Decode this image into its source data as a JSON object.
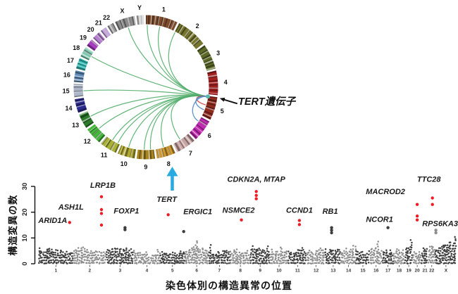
{
  "figure": {
    "tert_label": "TERT遺伝子",
    "up_arrow_color": "#29abe2",
    "tert_arrow_color": "#111111",
    "background": "#ffffff"
  },
  "chart_data": [
    {
      "type": "circos",
      "title": "",
      "description": "Circos plot: structural rearrangements converging on the TERT locus (chr5p) with green inter-chromosomal links",
      "ring": {
        "link_color": "#52ad6b",
        "gap_deg": 1.6
      },
      "chromosomes": [
        {
          "name": "1",
          "size_mb": 249,
          "color": "#7d4b2d"
        },
        {
          "name": "2",
          "size_mb": 243,
          "color": "#76762f"
        },
        {
          "name": "3",
          "size_mb": 198,
          "color": "#5c6b28"
        },
        {
          "name": "4",
          "size_mb": 191,
          "color": "#a01f1f"
        },
        {
          "name": "5",
          "size_mb": 181,
          "color": "#8f2a1e"
        },
        {
          "name": "6",
          "size_mb": 171,
          "color": "#c02bb0"
        },
        {
          "name": "7",
          "size_mb": 159,
          "color": "#c8a4a4"
        },
        {
          "name": "8",
          "size_mb": 146,
          "color": "#cf9a30"
        },
        {
          "name": "9",
          "size_mb": 141,
          "color": "#a8851f"
        },
        {
          "name": "10",
          "size_mb": 134,
          "color": "#b0a832"
        },
        {
          "name": "11",
          "size_mb": 135,
          "color": "#a9b236"
        },
        {
          "name": "12",
          "size_mb": 134,
          "color": "#45b93c"
        },
        {
          "name": "13",
          "size_mb": 115,
          "color": "#2c7a2c"
        },
        {
          "name": "14",
          "size_mb": 107,
          "color": "#2b2b8f"
        },
        {
          "name": "15",
          "size_mb": 102,
          "color": "#aab6c8"
        },
        {
          "name": "16",
          "size_mb": 90,
          "color": "#5f8cba"
        },
        {
          "name": "17",
          "size_mb": 83,
          "color": "#32b8b2"
        },
        {
          "name": "18",
          "size_mb": 80,
          "color": "#7fc9ae"
        },
        {
          "name": "19",
          "size_mb": 59,
          "color": "#a93bc4"
        },
        {
          "name": "20",
          "size_mb": 64,
          "color": "#b57fd0"
        },
        {
          "name": "21",
          "size_mb": 48,
          "color": "#c4a3dd"
        },
        {
          "name": "22",
          "size_mb": 51,
          "color": "#9a9a9a"
        },
        {
          "name": "X",
          "size_mb": 155,
          "color": "#8c8c8c"
        },
        {
          "name": "Y",
          "size_mb": 57,
          "color": "#dcdcdc"
        }
      ],
      "tert_anchor": {
        "chrom": "5",
        "frac": 0.03
      },
      "links": [
        {
          "to": "1",
          "frac": 0.05
        },
        {
          "to": "1",
          "frac": 0.5
        },
        {
          "to": "2",
          "frac": 0.02
        },
        {
          "to": "X",
          "frac": 0.55
        },
        {
          "to": "18",
          "frac": 0.5
        },
        {
          "to": "15",
          "frac": 0.45
        },
        {
          "to": "13",
          "frac": 0.55
        },
        {
          "to": "12",
          "frac": 0.6
        },
        {
          "to": "11",
          "frac": 0.55
        },
        {
          "to": "11",
          "frac": 0.15
        },
        {
          "to": "10",
          "frac": 0.5
        },
        {
          "to": "9",
          "frac": 0.6
        },
        {
          "to": "9",
          "frac": 0.2
        },
        {
          "to": "8",
          "frac": 0.5
        },
        {
          "to": "7",
          "frac": 0.55
        }
      ],
      "special_links": [
        {
          "to": "5",
          "frac": 0.45,
          "color": "#d23f3f"
        },
        {
          "to": "5",
          "frac": 0.7,
          "color": "#4f86c6"
        },
        {
          "to": "6",
          "frac": 0.25,
          "color": "#4f86c6"
        }
      ]
    },
    {
      "type": "scatter",
      "subtype": "manhattan",
      "title": "",
      "xlabel": "染色体別の構造異常の位置",
      "ylabel": "構造変異の数",
      "ylim": [
        0,
        30
      ],
      "yticks": [
        0,
        10,
        20,
        30
      ],
      "grid": false,
      "categories": [
        "1",
        "2",
        "3",
        "4",
        "5",
        "6",
        "7",
        "8",
        "9",
        "10",
        "11",
        "12",
        "13",
        "14",
        "15",
        "16",
        "17",
        "18",
        "19",
        "20",
        "21",
        "22",
        "X"
      ],
      "chrom_sizes_mb": [
        249,
        243,
        198,
        191,
        181,
        171,
        159,
        146,
        141,
        134,
        135,
        134,
        115,
        107,
        102,
        90,
        83,
        80,
        59,
        64,
        48,
        51,
        155
      ],
      "point_colors": {
        "odd": "#3d3d3d",
        "even": "#8e8e8e",
        "red": "#ed1c24",
        "black": "#3d3d3d",
        "gray": "#8e8e8e"
      },
      "background_noise": {
        "baseline_range": [
          3,
          7
        ],
        "spike_max": 14.5
      },
      "genes": [
        {
          "label": "ARID1A",
          "chrom": "1",
          "frac": 0.45,
          "dots": [],
          "dot_color": "red",
          "label_val": 15.8,
          "label_dx": -2
        },
        {
          "label": "ASH1L",
          "chrom": "1",
          "frac": 0.9,
          "dots": [
            16
          ],
          "dot_color": "red",
          "label_val": 21,
          "label_dx": 2
        },
        {
          "label": "LRP1B",
          "chrom": "2",
          "frac": 0.85,
          "dots": [
            26,
            21,
            19.5,
            15
          ],
          "dot_color": "red",
          "label_val": 29.5,
          "label_dx": 2
        },
        {
          "label": "FOXP1",
          "chrom": "3",
          "frac": 0.68,
          "dots": [
            14,
            13.2
          ],
          "dot_color": "black",
          "label_val": 19.5,
          "label_dx": 2
        },
        {
          "label": "TERT",
          "chrom": "5",
          "frac": 0.33,
          "dots": [
            19
          ],
          "dot_color": "red",
          "label_val": 24,
          "label_dx": -2
        },
        {
          "label": "ERGIC1",
          "chrom": "5",
          "frac": 0.95,
          "dots": [
            12.5
          ],
          "dot_color": "black",
          "label_val": 19.2,
          "label_dx": 20
        },
        {
          "label": "NSMCE2",
          "chrom": "8",
          "frac": 0.55,
          "dots": [
            17
          ],
          "dot_color": "red",
          "label_val": 19.8,
          "label_dx": -4
        },
        {
          "label": "CDKN2A, MTAP",
          "chrom": "9",
          "frac": 0.3,
          "dots": [
            28,
            26.5,
            25.2
          ],
          "dot_color": "red",
          "label_val": 31.8,
          "label_dx": 0
        },
        {
          "label": "CCND1",
          "chrom": "11",
          "frac": 0.6,
          "dots": [
            16.8,
            15.2
          ],
          "dot_color": "red",
          "label_val": 19.8,
          "label_dx": 0
        },
        {
          "label": "RB1",
          "chrom": "13",
          "frac": 0.4,
          "dots": [
            14,
            13,
            12
          ],
          "dot_color": "black",
          "label_val": 19.3,
          "label_dx": -2
        },
        {
          "label": "NCOR1",
          "chrom": "17",
          "frac": 0.5,
          "dots": [
            14
          ],
          "dot_color": "black",
          "label_val": 16.2,
          "label_dx": -12
        },
        {
          "label": "MACROD2",
          "chrom": "20",
          "frac": 0.5,
          "dots": [
            23,
            18.5,
            17
          ],
          "dot_color": "red",
          "label_val": 27,
          "label_dx": -45
        },
        {
          "label": "TTC28",
          "chrom": "22",
          "frac": 0.6,
          "dots": [
            25.5,
            23
          ],
          "dot_color": "red",
          "label_val": 31.8,
          "label_dx": -5
        },
        {
          "label": "RPS6KA3",
          "chrom": "X",
          "frac": 0.03,
          "dots": [
            13,
            12
          ],
          "dot_color": "gray",
          "label_val": 14.6,
          "label_dx": 6
        }
      ]
    }
  ]
}
